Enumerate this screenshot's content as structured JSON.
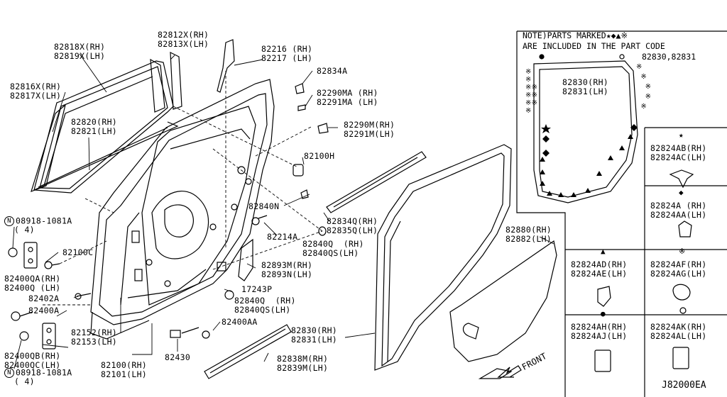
{
  "labels": {
    "p82812": "82812X(RH)\n82813X(LH)",
    "p82818": "82818X(RH)\n82819X(LH)",
    "p82216": "82216 (RH)\n82217 (LH)",
    "p82834A": "82834A",
    "p82816": "82816X(RH)\n82817X(LH)",
    "p82290MA": "82290MA (RH)\n82291MA (LH)",
    "p82820": "82820(RH)\n82821(LH)",
    "p82290M": "82290M(RH)\n82291M(LH)",
    "p82100H": "82100H",
    "p08918a_code": "08918-1081A",
    "p08918a_qty": "( 4)",
    "p82840N": "82840N",
    "p82834Q": "82834Q(RH)\n82835Q(LH)",
    "p82214A": "82214A",
    "p82100C": "82100C",
    "p82840Q": "82840Q  (RH)\n82840QS(LH)",
    "p82893M": "82893M(RH)\n82893N(LH)",
    "p82400QA": "82400QA(RH)\n82400Q (LH)",
    "p17243P": "17243P",
    "p82402A": "82402A",
    "p82840Q2": "82840Q  (RH)\n82840QS(LH)",
    "p82400A": "82400A",
    "p82400AA": "82400AA",
    "p82152": "82152(RH)\n82153(LH)",
    "p82830b": "82830(RH)\n82831(LH)",
    "p82880": "82880(RH)\n82882(LH)",
    "p82400QB": "82400QB(RH)\n82400QC(LH)",
    "p82100": "82100(RH)\n82101(LH)",
    "p82430": "82430",
    "p82838M": "82838M(RH)\n82839M(LH)",
    "p08918b_code": "08918-1081A",
    "p08918b_qty": "( 4)",
    "front": "FRONT",
    "circle_n": "N"
  },
  "note": {
    "line1": "NOTE)PARTS MARKED",
    "line2": "ARE INCLUDED IN THE PART CODE",
    "codes": "82830,82831",
    "inner": "82830(RH)\n82831(LH)",
    "symbols": "★◆▲※"
  },
  "table": [
    {
      "symbol": "★",
      "text": "82824AB(RH)\n82824AC(LH)"
    },
    {
      "symbol": "◆",
      "text": "82824A (RH)\n82824AA(LH)"
    },
    {
      "symbol": "▲",
      "text": "82824AD(RH)\n82824AE(LH)"
    },
    {
      "symbol": "※",
      "text": "82824AF(RH)\n82824AG(LH)"
    },
    {
      "symbol": "●",
      "text": "82824AH(RH)\n82824AJ(LH)"
    },
    {
      "symbol": "",
      "text": "82824AK(RH)\n82824AL(LH)"
    }
  ],
  "diagram_code": "J82000EA"
}
